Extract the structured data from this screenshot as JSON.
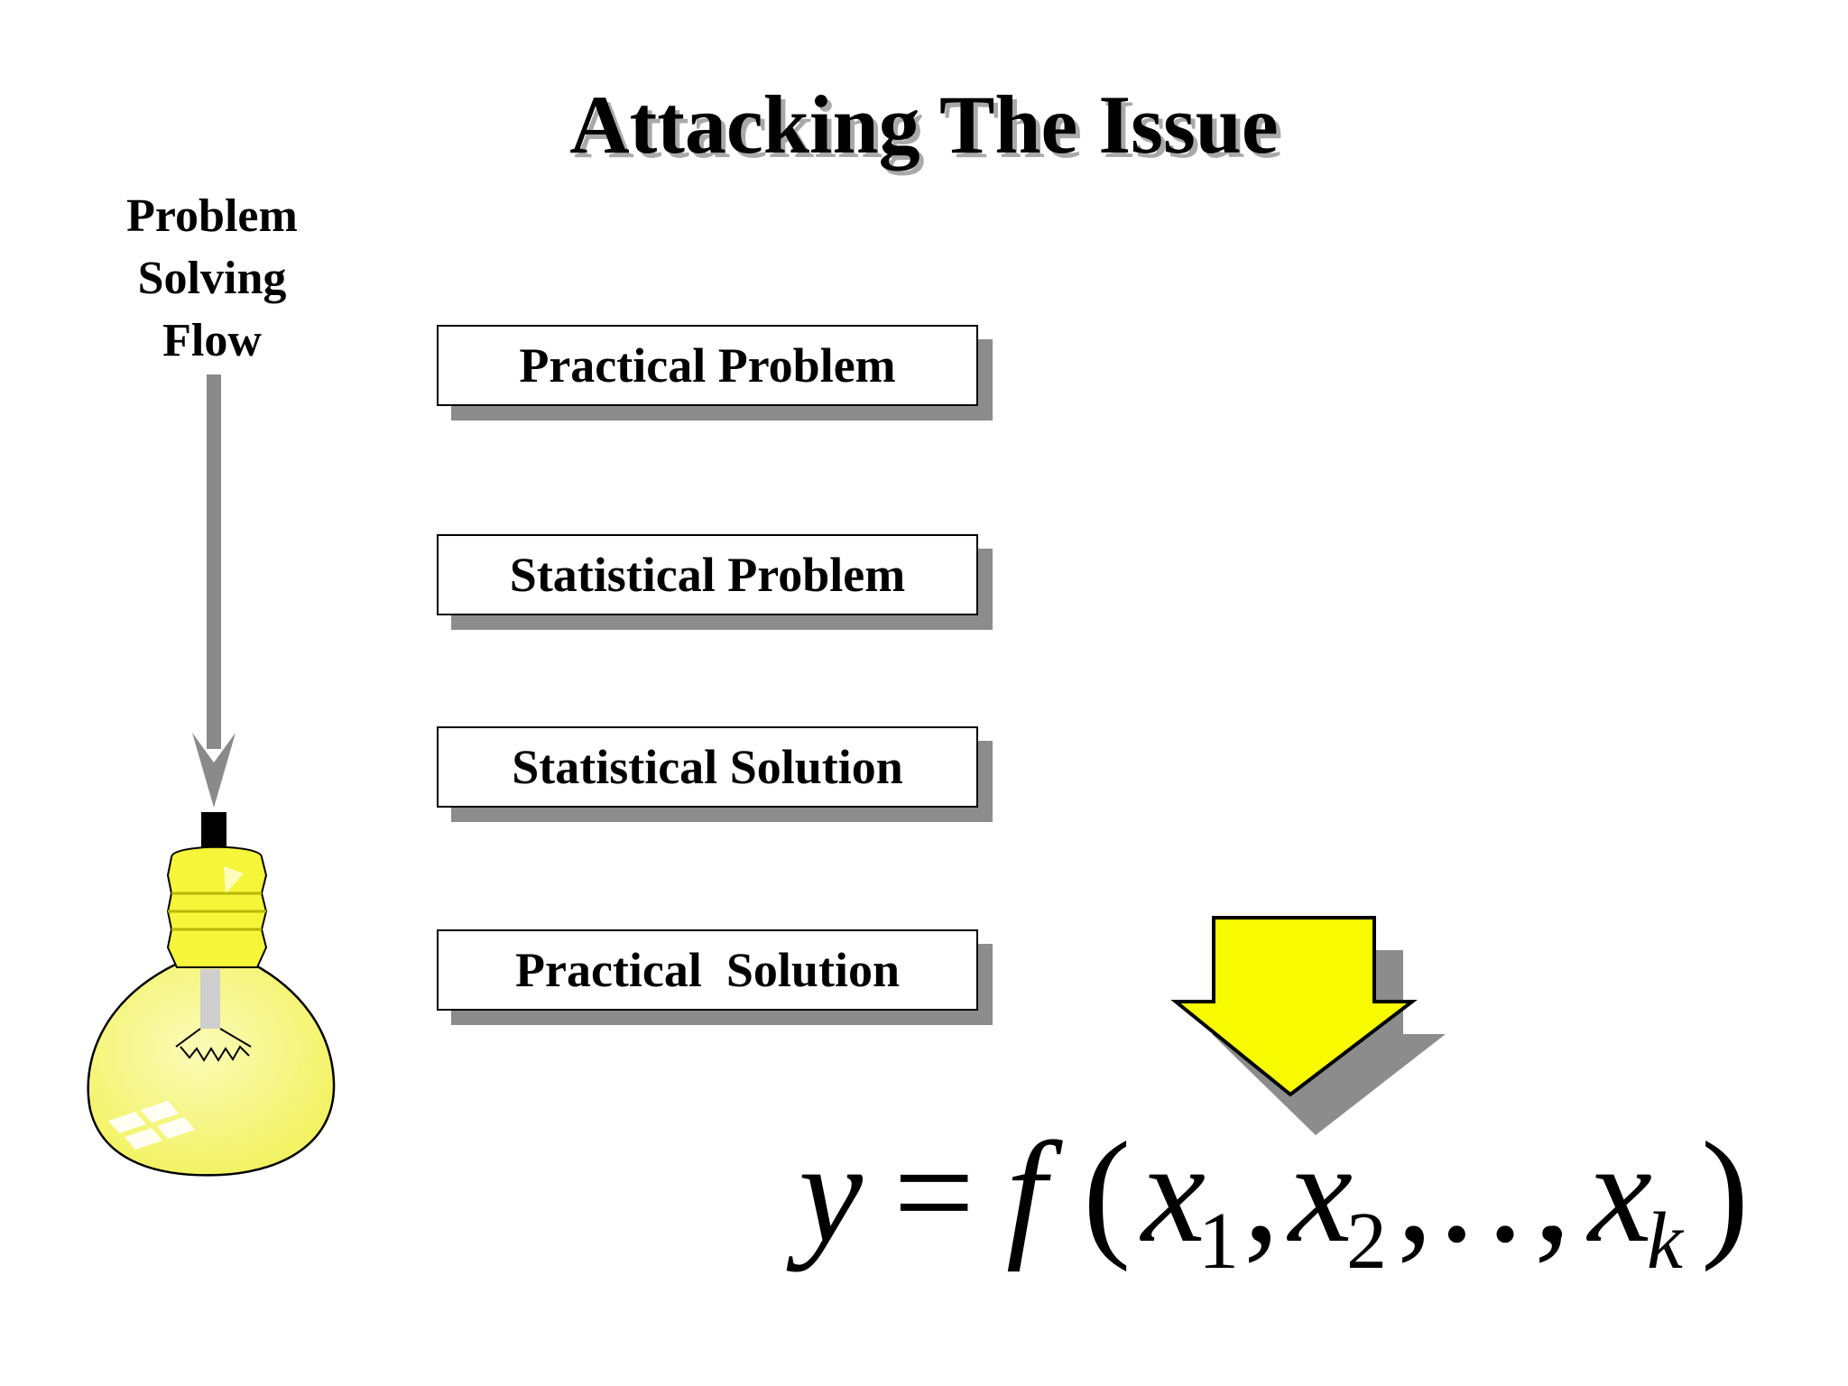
{
  "title": "Attacking The Issue",
  "flow_label": {
    "line1": "Problem",
    "line2": "Solving",
    "line3": "Flow"
  },
  "steps": [
    {
      "label": "Practical Problem"
    },
    {
      "label": "Statistical Problem"
    },
    {
      "label": "Statistical Solution"
    },
    {
      "label": "Practical  Solution"
    }
  ],
  "formula": {
    "y": "y",
    "eq": "=",
    "f": "f",
    "open": "(",
    "x": "x",
    "sub1": "1",
    "sub2": "2",
    "subk": "k",
    "comma": ",",
    "ellipsis": "…",
    "close": ")"
  },
  "colors": {
    "bulb": "#f7f77a",
    "bulb_glow": "#fbfbb0",
    "socket": "#f5f53a",
    "arrow_yellow": "#f8fb00",
    "shadow_gray": "#8c8c8c",
    "flow_arrow": "#8a8a8a"
  }
}
